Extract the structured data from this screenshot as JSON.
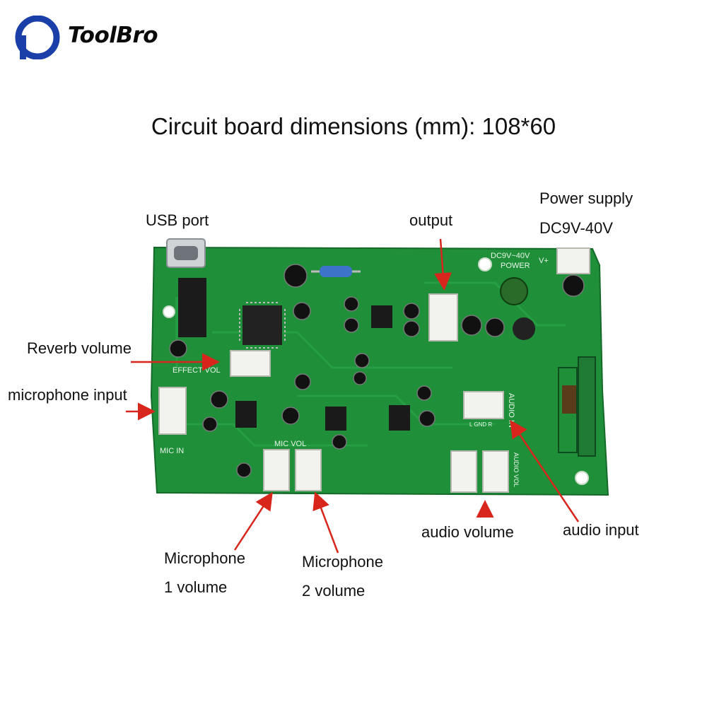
{
  "brand": {
    "name": "ToolBro",
    "accent": "#1a3fa8"
  },
  "title": "Circuit board dimensions (mm): 108*60",
  "labels": {
    "usb_port": "USB port",
    "output": "output",
    "power_line1": "Power supply",
    "power_line2": "DC9V-40V",
    "reverb_volume": "Reverb volume",
    "mic_input": "microphone input",
    "mic1_line1": "Microphone",
    "mic1_line2": "1 volume",
    "mic2_line1": "Microphone",
    "mic2_line2": "2 volume",
    "audio_volume": "audio volume",
    "audio_input": "audio input"
  },
  "silkscreen": {
    "power": "DC9V~40V",
    "power2": "POWER",
    "vplus": "V+",
    "effect_vol": "EFFECT VOL",
    "mic_in": "MIC IN",
    "mic_vol": "MIC  VOL",
    "audio_in": "AUDIO IN",
    "lgndr": "L  GND  R",
    "audio_vol": "AUDIO VOL"
  },
  "colors": {
    "pcb": "#1f8f3a",
    "arrow": "#d8261c",
    "connector": "#f2f2ee"
  }
}
